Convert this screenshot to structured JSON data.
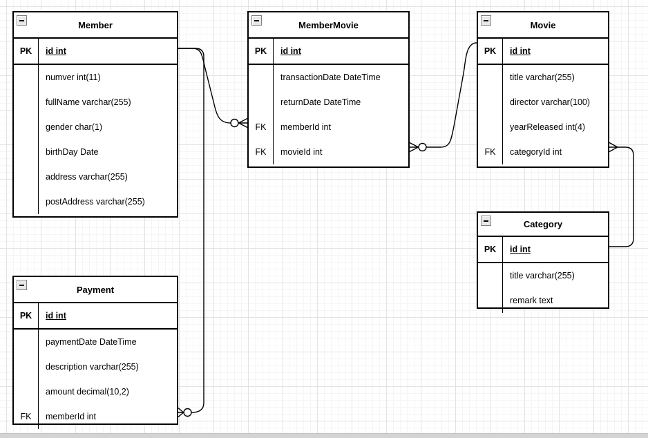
{
  "entities": [
    {
      "title": "Member",
      "pk": {
        "key": "PK",
        "label": "id int"
      },
      "rows": [
        {
          "key": "",
          "label": "numver int(11)"
        },
        {
          "key": "",
          "label": "fullName varchar(255)"
        },
        {
          "key": "",
          "label": "gender char(1)"
        },
        {
          "key": "",
          "label": "birthDay Date"
        },
        {
          "key": "",
          "label": "address varchar(255)"
        },
        {
          "key": "",
          "label": "postAddress varchar(255)"
        }
      ]
    },
    {
      "title": "MemberMovie",
      "pk": {
        "key": "PK",
        "label": "id int"
      },
      "rows": [
        {
          "key": "",
          "label": "transactionDate DateTime"
        },
        {
          "key": "",
          "label": "returnDate DateTime"
        },
        {
          "key": "FK",
          "label": "memberId int"
        },
        {
          "key": "FK",
          "label": "movieId int"
        }
      ]
    },
    {
      "title": "Movie",
      "pk": {
        "key": "PK",
        "label": "id int"
      },
      "rows": [
        {
          "key": "",
          "label": "title varchar(255)"
        },
        {
          "key": "",
          "label": "director varchar(100)"
        },
        {
          "key": "",
          "label": "yearReleased int(4)"
        },
        {
          "key": "FK",
          "label": "categoryId int"
        }
      ]
    },
    {
      "title": "Category",
      "pk": {
        "key": "PK",
        "label": "id int"
      },
      "rows": [
        {
          "key": "",
          "label": "title varchar(255)"
        },
        {
          "key": "",
          "label": "remark text"
        }
      ]
    },
    {
      "title": "Payment",
      "pk": {
        "key": "PK",
        "label": "id int"
      },
      "rows": [
        {
          "key": "",
          "label": "paymentDate DateTime"
        },
        {
          "key": "",
          "label": "description varchar(255)"
        },
        {
          "key": "",
          "label": "amount decimal(10,2)"
        },
        {
          "key": "FK",
          "label": "memberId int"
        }
      ]
    }
  ],
  "relations": [
    {
      "name": "member-membermovie",
      "from": "Member.id",
      "to": "MemberMovie.memberId",
      "cardinality": "one to zero-or-many"
    },
    {
      "name": "movie-membermovie",
      "from": "Movie.id",
      "to": "MemberMovie.movieId",
      "cardinality": "one to zero-or-many"
    },
    {
      "name": "category-movie",
      "from": "Category.id",
      "to": "Movie.categoryId",
      "cardinality": "one to many"
    },
    {
      "name": "member-payment",
      "from": "Member.id",
      "to": "Payment.memberId",
      "cardinality": "one to zero-or-many"
    }
  ],
  "colors": {
    "line": "#000000",
    "entity_bg": "#ffffff",
    "grid_minor": "#f5f5f5",
    "grid_major": "#e3e3e3",
    "bottom_bar": "#d4d4d4"
  }
}
